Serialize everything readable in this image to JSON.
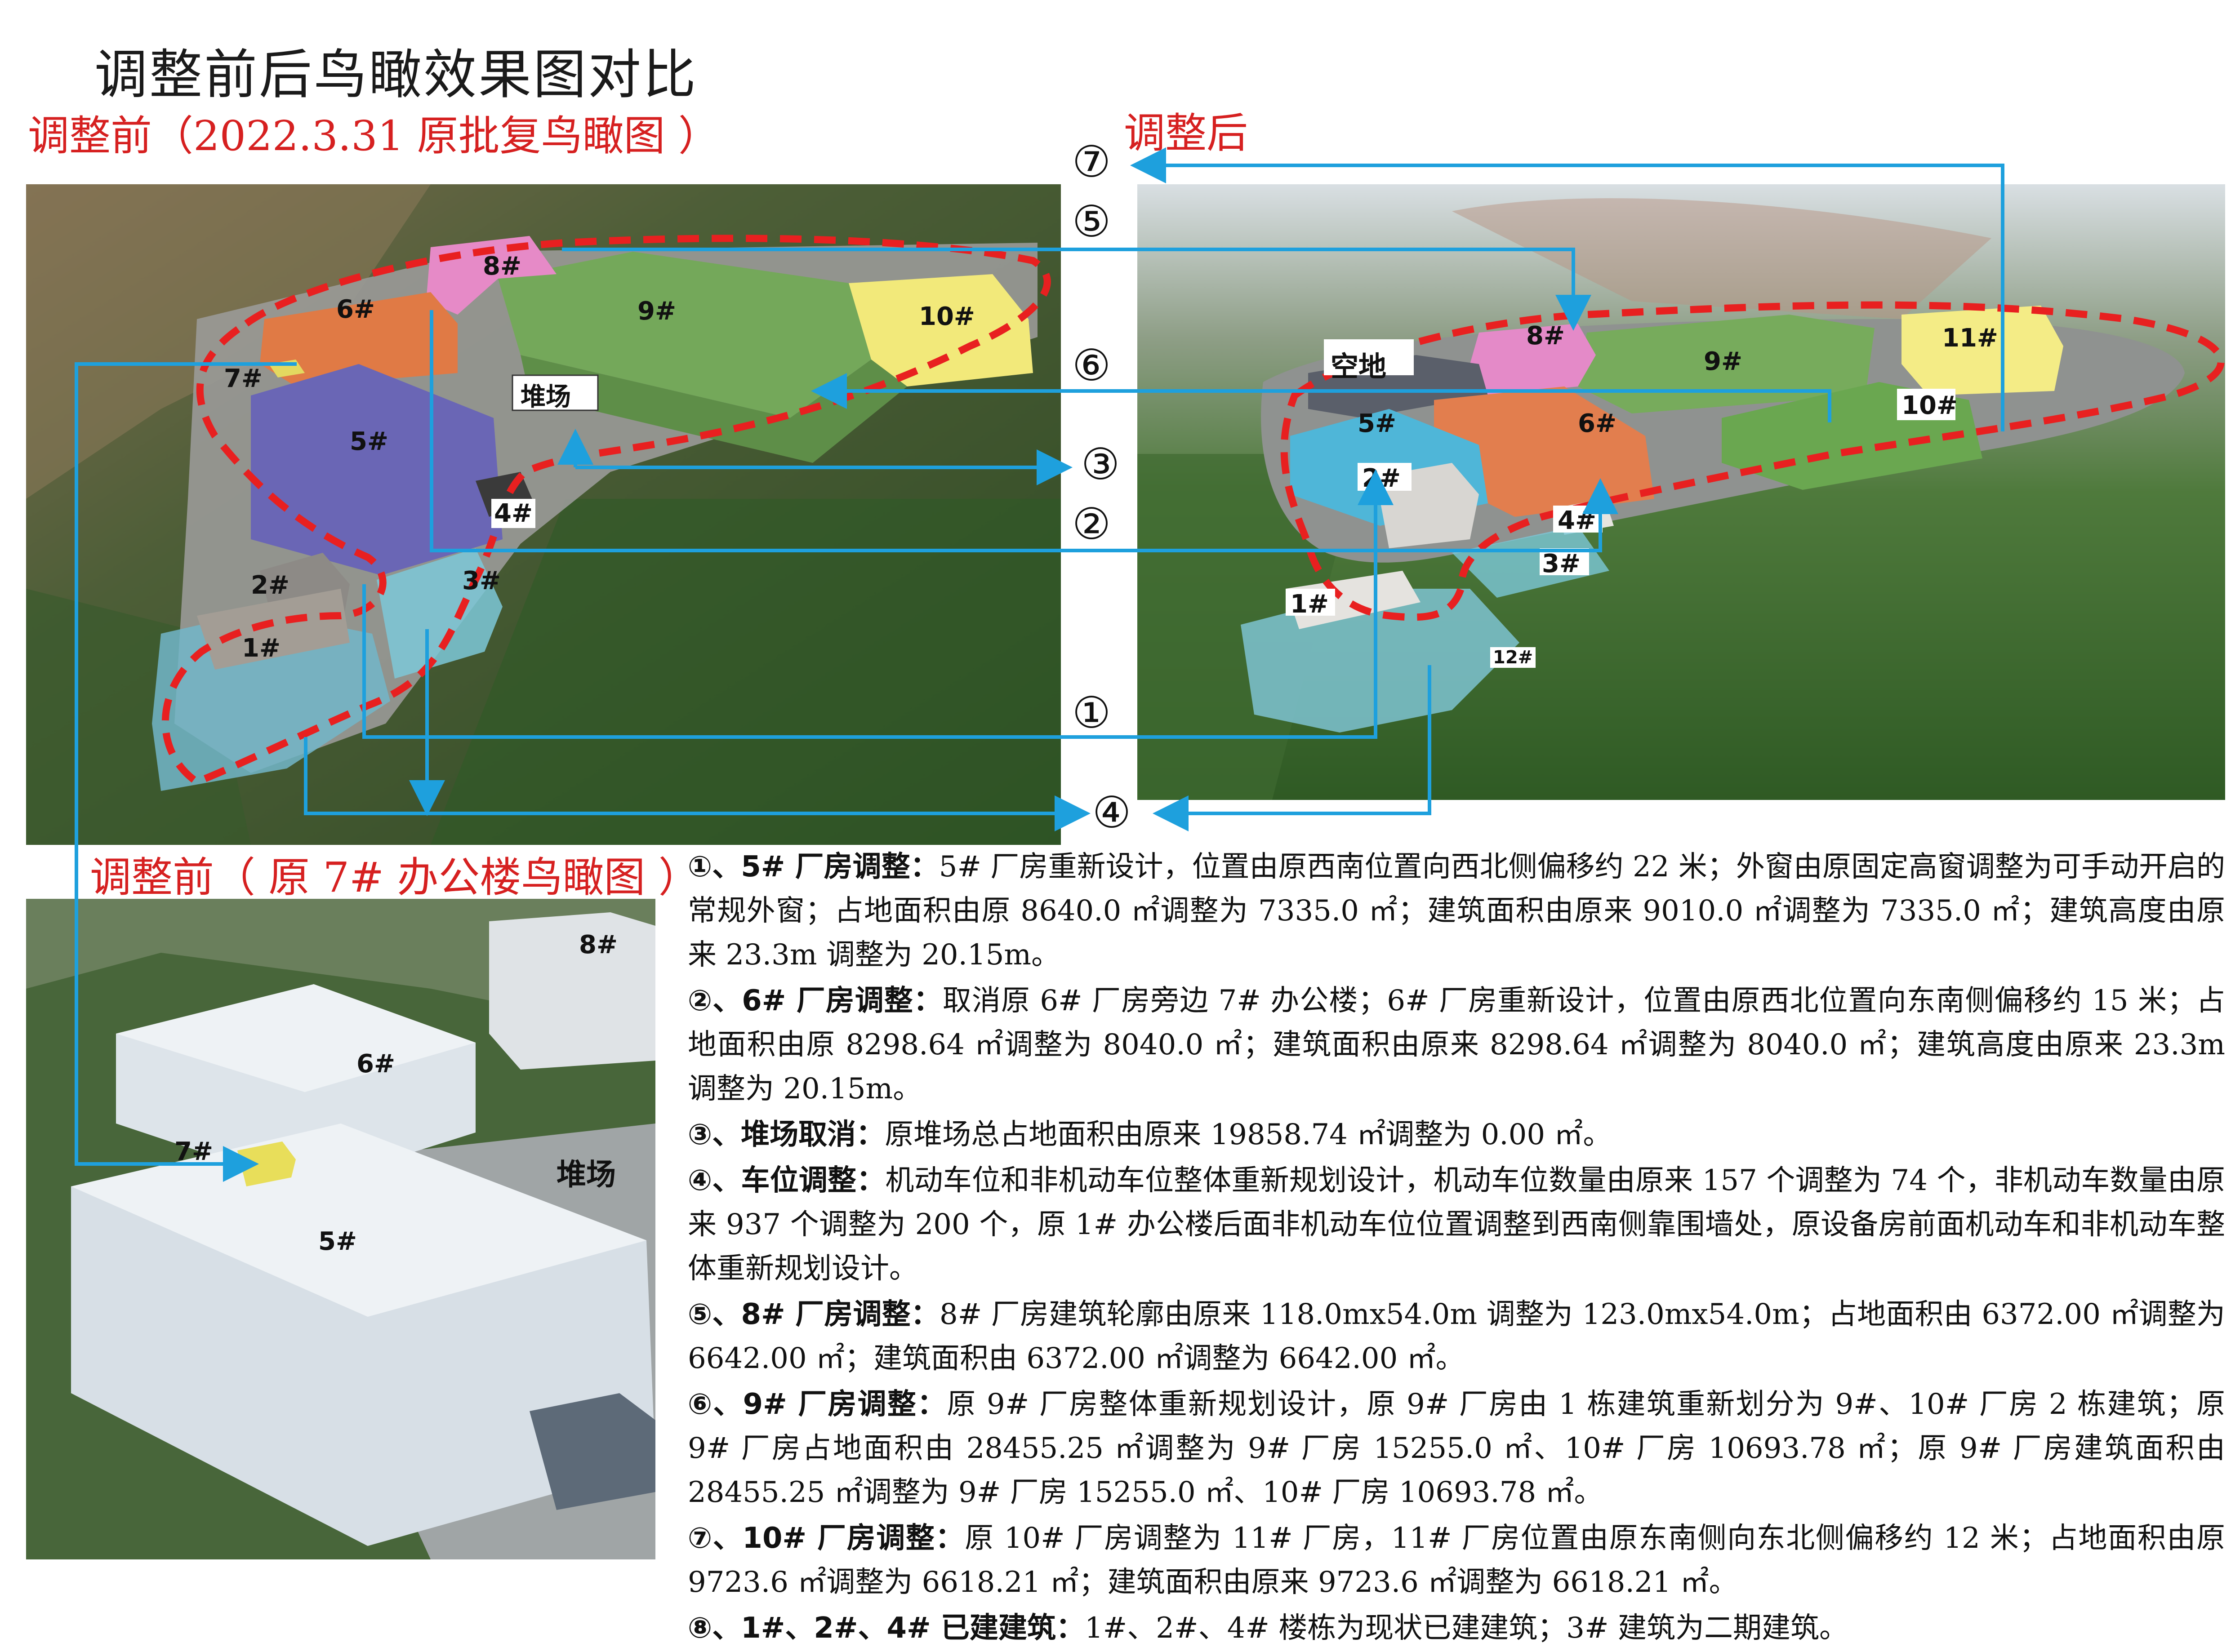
{
  "title": "调整前后鸟瞰效果图对比",
  "before_heading": {
    "label": "调整前",
    "paren": "（2022.3.31 原批复鸟瞰图 ）"
  },
  "after_heading": {
    "label": "调整后"
  },
  "office_heading": {
    "label": "调整前（ 原 7# 办公楼鸟瞰图 ）"
  },
  "before_labels": {
    "b1": "1#",
    "b2": "2#",
    "b3": "3#",
    "b4": "4#",
    "b5": "5#",
    "b6": "6#",
    "b7": "7#",
    "b8": "8#",
    "b9": "9#",
    "b10": "10#",
    "yard": "堆场"
  },
  "after_labels": {
    "b1": "1#",
    "b2": "2#",
    "b3": "3#",
    "b4": "4#",
    "b5": "5#",
    "b6": "6#",
    "b8": "8#",
    "b9": "9#",
    "b10": "10#",
    "b11": "11#",
    "b12": "12#",
    "empty": "空地"
  },
  "office_labels": {
    "b5": "5#",
    "b6": "6#",
    "b7": "7#",
    "b8": "8#",
    "yard": "堆场"
  },
  "markers": {
    "m1": "①",
    "m2": "②",
    "m3": "③",
    "m4": "④",
    "m5": "⑤",
    "m6": "⑥",
    "m7": "⑦"
  },
  "colors": {
    "arrow": "#1ea0dd",
    "boundary": "#e82020",
    "heading": "#d62020"
  },
  "notes": [
    {
      "key": "①、5# 厂房调整：",
      "text": "5# 厂房重新设计，位置由原西南位置向西北侧偏移约 22 米；外窗由原固定高窗调整为可手动开启的常规外窗；占地面积由原 8640.0 ㎡调整为 7335.0 ㎡；建筑面积由原来 9010.0 ㎡调整为 7335.0 ㎡；建筑高度由原来 23.3m 调整为 20.15m。"
    },
    {
      "key": "②、6# 厂房调整：",
      "text": "取消原 6# 厂房旁边 7# 办公楼；6# 厂房重新设计，位置由原西北位置向东南侧偏移约 15 米；占地面积由原 8298.64 ㎡调整为 8040.0 ㎡；建筑面积由原来 8298.64 ㎡调整为 8040.0 ㎡；建筑高度由原来 23.3m 调整为 20.15m。"
    },
    {
      "key": "③、堆场取消：",
      "text": "原堆场总占地面积由原来 19858.74 ㎡调整为 0.00 ㎡。"
    },
    {
      "key": "④、车位调整：",
      "text": "机动车位和非机动车位整体重新规划设计，机动车位数量由原来 157 个调整为 74 个，非机动车数量由原来 937 个调整为 200 个，原 1# 办公楼后面非机动车位位置调整到西南侧靠围墙处，原设备房前面机动车和非机动车整体重新规划设计。"
    },
    {
      "key": "⑤、8# 厂房调整：",
      "text": "8# 厂房建筑轮廓由原来 118.0mx54.0m 调整为 123.0mx54.0m；占地面积由 6372.00 ㎡调整为 6642.00 ㎡；建筑面积由 6372.00 ㎡调整为 6642.00 ㎡。"
    },
    {
      "key": "⑥、9# 厂房调整：",
      "text": "原 9# 厂房整体重新规划设计，原 9# 厂房由 1 栋建筑重新划分为 9#、10# 厂房 2 栋建筑；原 9# 厂房占地面积由 28455.25 ㎡调整为 9# 厂房 15255.0 ㎡、10# 厂房 10693.78 ㎡；原 9# 厂房建筑面积由 28455.25 ㎡调整为 9# 厂房 15255.0 ㎡、10# 厂房 10693.78 ㎡。"
    },
    {
      "key": "⑦、10# 厂房调整：",
      "text": "原 10# 厂房调整为 11# 厂房，11# 厂房位置由原东南侧向东北侧偏移约 12 米；占地面积由原 9723.6 ㎡调整为 6618.21 ㎡；建筑面积由原来 9723.6 ㎡调整为 6618.21 ㎡。"
    },
    {
      "key": "⑧、1#、2#、4# 已建建筑：",
      "text": "1#、2#、4# 楼栋为现状已建建筑；3# 建筑为二期建筑。"
    }
  ]
}
